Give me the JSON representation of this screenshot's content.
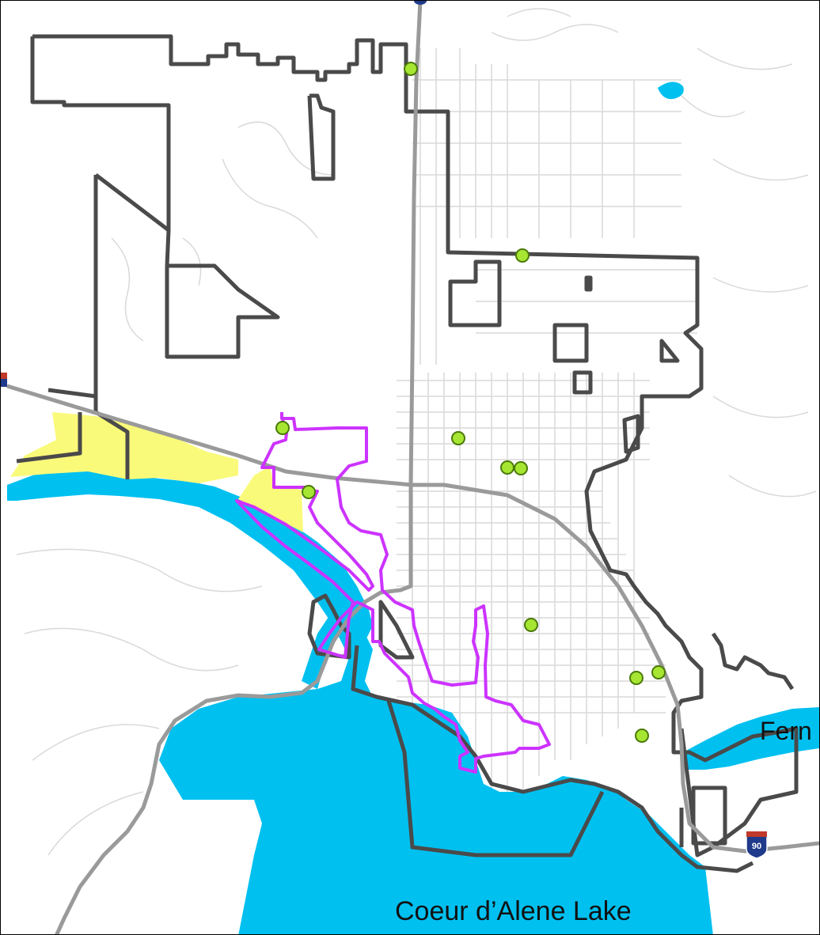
{
  "map": {
    "labels": {
      "lake": "Coeur d’Alene Lake",
      "fern": "Fern"
    },
    "shields": {
      "interstate": "90"
    },
    "colors": {
      "water": "#00c0f0",
      "boundary": "#4a4a4a",
      "district": "#cc33ff",
      "annex": "#fafa7a",
      "highway": "#9a9a9a",
      "streets": "#d6d6d6",
      "point_fill": "#a6e632",
      "point_stroke": "#4b7a0a"
    },
    "icons": [
      "point-marker-icon",
      "interstate-shield-icon"
    ]
  }
}
